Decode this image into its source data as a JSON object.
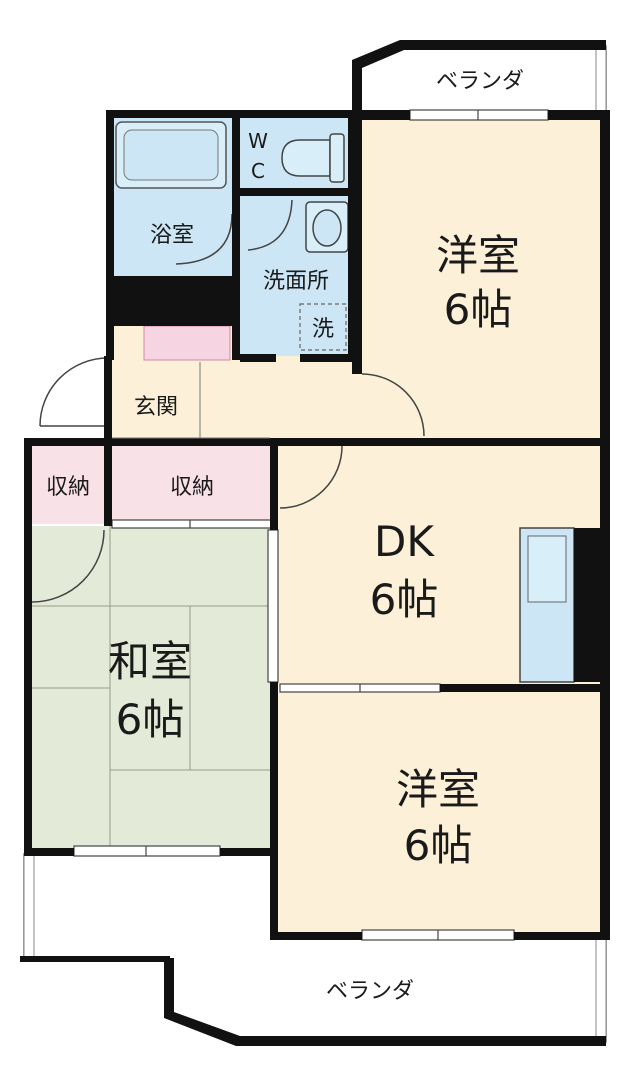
{
  "rooms": {
    "western_top": {
      "name": "洋室",
      "size": "6帖"
    },
    "dk": {
      "name": "DK",
      "size": "6帖"
    },
    "japanese": {
      "name": "和室",
      "size": "6帖"
    },
    "western_bottom": {
      "name": "洋室",
      "size": "6帖"
    }
  },
  "labels": {
    "balcony_top": "ベランダ",
    "balcony_bottom": "ベランダ",
    "wc_w": "W",
    "wc_c": "C",
    "bath": "浴室",
    "washroom": "洗面所",
    "washer": "洗",
    "entrance": "玄関",
    "storage_left": "収納",
    "storage_right": "収納"
  },
  "colors": {
    "wall": "#111111",
    "western_floor": "#fcf1d8",
    "tatami": "#e4ead8",
    "wet_area": "#cce6f5",
    "storage": "#f9e1e8",
    "shoe_box": "#f6d4e2",
    "balcony": "#ffffff"
  }
}
